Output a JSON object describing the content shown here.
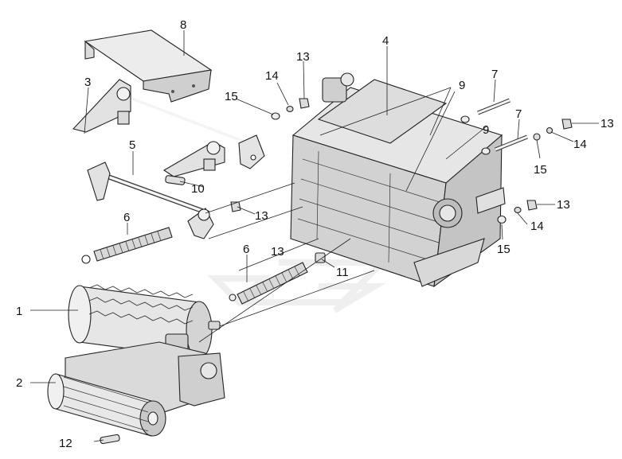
{
  "callouts": {
    "c1": "1",
    "c2": "2",
    "c3": "3",
    "c4": "4",
    "c5": "5",
    "c6a": "6",
    "c6b": "6",
    "c7a": "7",
    "c7b": "7",
    "c8": "8",
    "c9a": "9",
    "c9b": "9",
    "c10": "10",
    "c11": "11",
    "c12": "12",
    "c13a": "13",
    "c13b": "13",
    "c13c": "13",
    "c13d": "13",
    "c13e": "13",
    "c14a": "14",
    "c14b": "14",
    "c14c": "14",
    "c15a": "15",
    "c15b": "15",
    "c15c": "15"
  },
  "colors": {
    "outline": "#222222",
    "housing": "#d6d6d6",
    "roller": "#e4e4e4",
    "watermark": "#f0f0f0"
  }
}
